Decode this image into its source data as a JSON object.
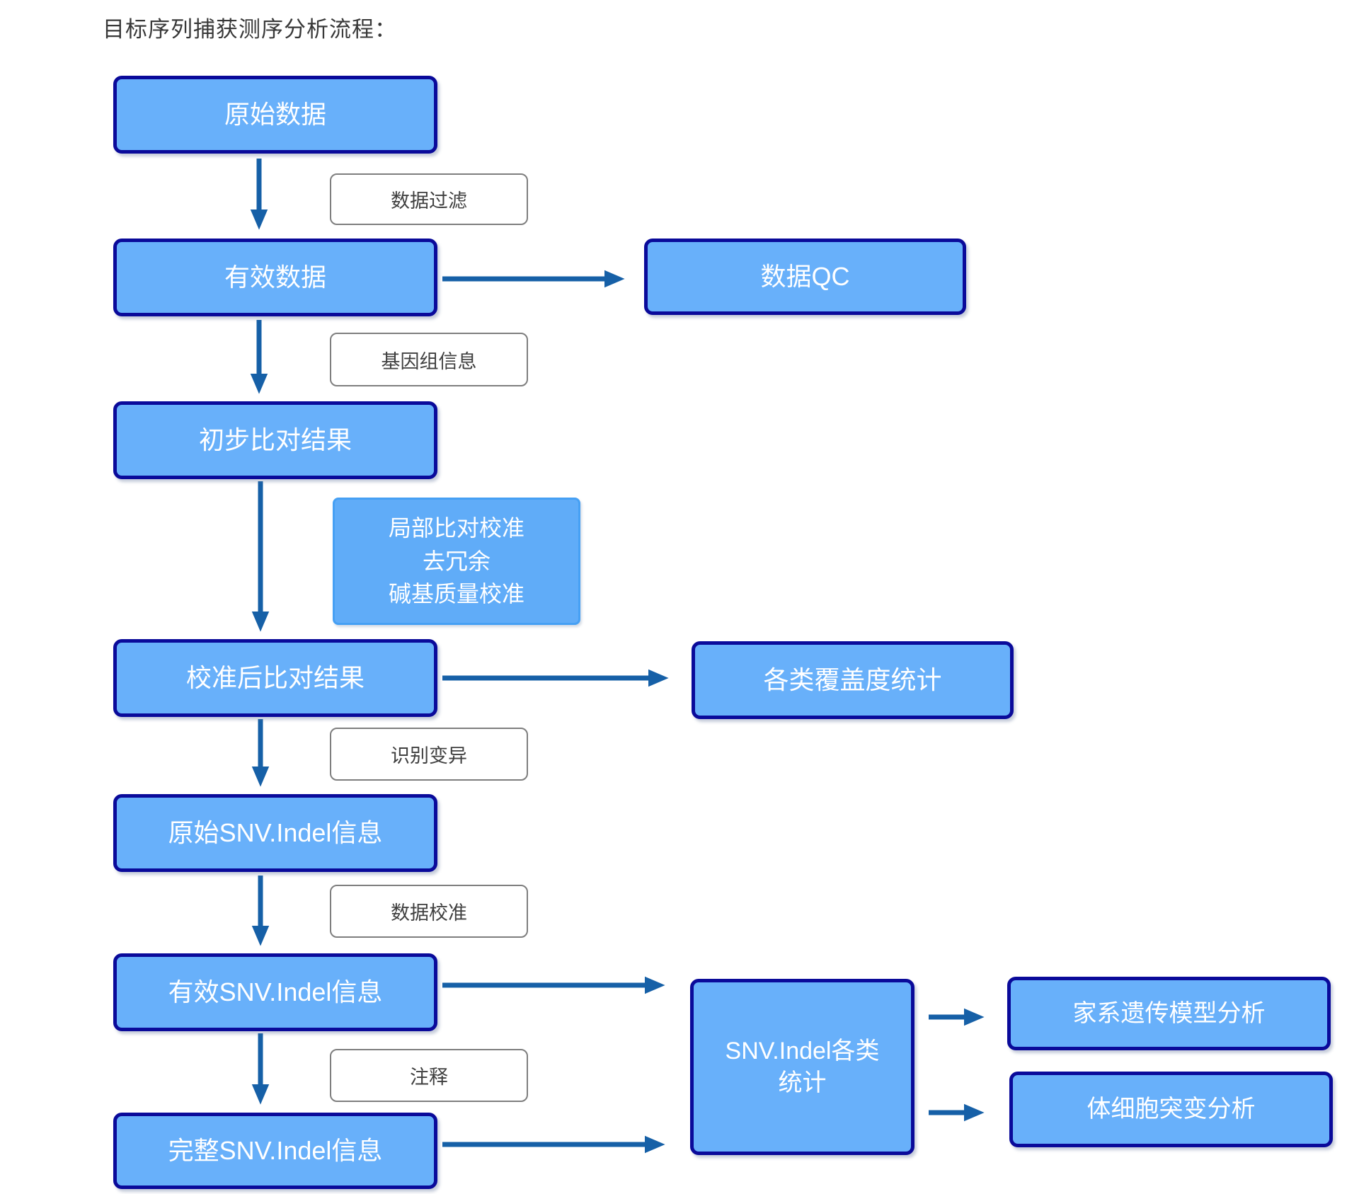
{
  "title": "目标序列捕获测序分析流程：",
  "flow": {
    "raw_data": "原始数据",
    "valid_data": "有效数据",
    "data_qc": "数据QC",
    "prelim_alignment": "初步比对结果",
    "calibrated_alignment": "校准后比对结果",
    "coverage_stats": "各类覆盖度统计",
    "raw_snv_indel": "原始SNV.Indel信息",
    "valid_snv_indel": "有效SNV.Indel信息",
    "complete_snv_indel": "完整SNV.Indel信息",
    "snv_indel_stats": "SNV.Indel各类统计",
    "family_model_analysis": "家系遗传模型分析",
    "somatic_mutation_analysis": "体细胞突变分析"
  },
  "process_labels": {
    "data_filter": "数据过滤",
    "genome_info": "基因组信息",
    "variant_calling": "识别变异",
    "data_calibration": "数据校准",
    "annotation": "注释"
  },
  "note": {
    "lines": [
      "局部比对校准",
      "去冗余",
      "碱基质量校准"
    ]
  },
  "colors": {
    "node_fill": "#68b0fa",
    "node_border": "#0a0a9a",
    "note_fill": "#60acf8",
    "note_border": "#46a0f4",
    "arrow": "#1660a7",
    "label_border": "#7e7e7e",
    "label_text": "#3f3f3f",
    "title_text": "#383838"
  }
}
